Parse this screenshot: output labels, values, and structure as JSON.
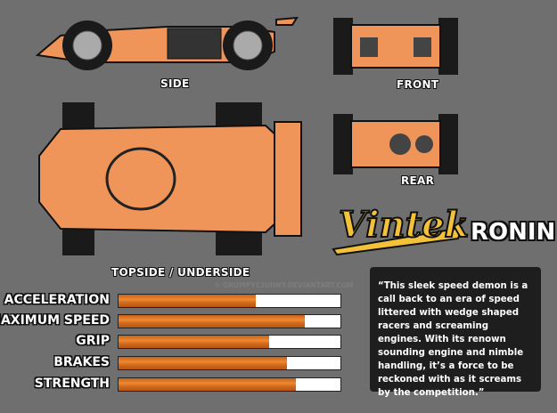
{
  "views": {
    "side": "SIDE",
    "front": "FRONT",
    "rear": "REAR",
    "top": "TOPSIDE / UNDERSIDE"
  },
  "brand": {
    "logo_text": "Vintek",
    "model": "RONIN"
  },
  "watermark": "© GRUMPY13UNNY.DEVIANTART.COM",
  "colors": {
    "body": "#f0955a",
    "bar_fill": "#e07a28",
    "background": "#6f6f6f",
    "panel": "#1e1e1e"
  },
  "stats": [
    {
      "label": "ACCELERATION",
      "value": 0.62
    },
    {
      "label": "MAXIMUM SPEED",
      "value": 0.84
    },
    {
      "label": "GRIP",
      "value": 0.68
    },
    {
      "label": "BRAKES",
      "value": 0.76
    },
    {
      "label": "STRENGTH",
      "value": 0.8
    }
  ],
  "description": "“This sleek speed demon is a call back to an era of speed littered with wedge shaped racers and screaming engines. With its renown sounding engine and nimble handling, it’s a force to be reckoned with as it screams by the competition.”"
}
